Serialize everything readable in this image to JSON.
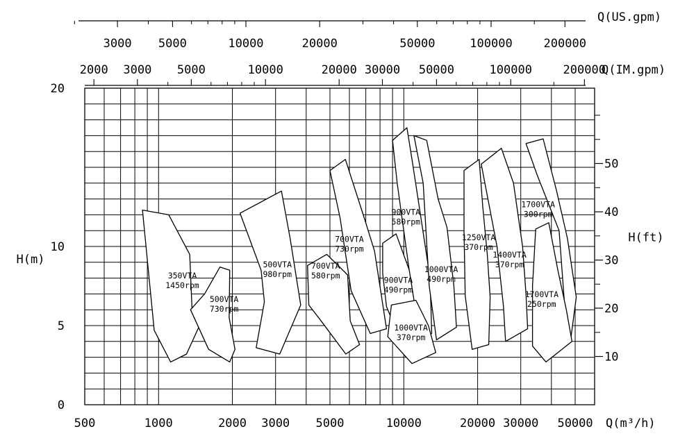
{
  "chart_data": {
    "type": "area",
    "title": "",
    "x_axis": {
      "label": "Q(m³/h)",
      "scale": "log",
      "range": [
        500,
        60000
      ],
      "tick_labels": [
        {
          "value": 500,
          "text": "500"
        },
        {
          "value": 1000,
          "text": "1000"
        },
        {
          "value": 2000,
          "text": "2000"
        },
        {
          "value": 3000,
          "text": "3000"
        },
        {
          "value": 5000,
          "text": "5000"
        },
        {
          "value": 10000,
          "text": "10000"
        },
        {
          "value": 20000,
          "text": "20000"
        },
        {
          "value": 30000,
          "text": "30000"
        },
        {
          "value": 50000,
          "text": "50000"
        }
      ]
    },
    "y_axis_left": {
      "label": "H(m)",
      "scale": "linear",
      "range": [
        0,
        20
      ],
      "tick_labels": [
        {
          "value": 0,
          "text": "0"
        },
        {
          "value": 5,
          "text": "5"
        },
        {
          "value": 10,
          "text": "10"
        },
        {
          "value": 20,
          "text": "20"
        }
      ]
    },
    "y_axis_right": {
      "label": "H(ft)",
      "tick_labels": [
        {
          "value_m": 3.05,
          "text": "10"
        },
        {
          "value_m": 6.1,
          "text": "20"
        },
        {
          "value_m": 9.14,
          "text": "30"
        },
        {
          "value_m": 12.19,
          "text": "40"
        },
        {
          "value_m": 15.24,
          "text": "50"
        }
      ]
    },
    "top_axis_us": {
      "label": "Q(US.gpm)",
      "tick_labels": [
        {
          "value_m3h": 680,
          "text": "3000"
        },
        {
          "value_m3h": 1140,
          "text": "5000"
        },
        {
          "value_m3h": 2270,
          "text": "10000"
        },
        {
          "value_m3h": 4540,
          "text": "20000"
        },
        {
          "value_m3h": 11360,
          "text": "50000"
        },
        {
          "value_m3h": 22700,
          "text": "100000"
        },
        {
          "value_m3h": 45400,
          "text": "200000"
        }
      ]
    },
    "top_axis_im": {
      "label": "Q(IM.gpm)",
      "tick_labels": [
        {
          "value_m3h": 545,
          "text": "2000"
        },
        {
          "value_m3h": 820,
          "text": "3000"
        },
        {
          "value_m3h": 1360,
          "text": "5000"
        },
        {
          "value_m3h": 2730,
          "text": "10000"
        },
        {
          "value_m3h": 5450,
          "text": "20000"
        },
        {
          "value_m3h": 8180,
          "text": "30000"
        },
        {
          "value_m3h": 13600,
          "text": "50000"
        },
        {
          "value_m3h": 27300,
          "text": "100000"
        },
        {
          "value_m3h": 54500,
          "text": "200000"
        }
      ]
    },
    "grid": true,
    "regions": [
      {
        "model": "350VTA",
        "speed": "1450rpm",
        "label_at": [
          1250,
          7.9
        ],
        "points": [
          [
            860,
            12.3
          ],
          [
            1100,
            12.0
          ],
          [
            1340,
            9.5
          ],
          [
            1370,
            6.0
          ],
          [
            1550,
            5.8
          ],
          [
            1300,
            3.2
          ],
          [
            1120,
            2.7
          ],
          [
            960,
            4.7
          ]
        ]
      },
      {
        "model": "500VTA",
        "speed": "730rpm",
        "label_at": [
          1850,
          6.4
        ],
        "points": [
          [
            1540,
            7.0
          ],
          [
            1780,
            8.7
          ],
          [
            1950,
            8.5
          ],
          [
            1940,
            5.5
          ],
          [
            2050,
            3.5
          ],
          [
            1950,
            2.7
          ],
          [
            1600,
            3.5
          ],
          [
            1350,
            6.0
          ]
        ]
      },
      {
        "model": "500VTA",
        "speed": "980rpm",
        "label_at": [
          3050,
          8.6
        ],
        "points": [
          [
            2150,
            12.1
          ],
          [
            3170,
            13.5
          ],
          [
            3440,
            10.5
          ],
          [
            3800,
            6.3
          ],
          [
            3120,
            3.2
          ],
          [
            2500,
            3.6
          ],
          [
            2700,
            6.5
          ],
          [
            2620,
            8.5
          ]
        ]
      },
      {
        "model": "700VTA",
        "speed": "580rpm",
        "label_at": [
          4800,
          8.5
        ],
        "points": [
          [
            4050,
            8.8
          ],
          [
            4850,
            9.5
          ],
          [
            5900,
            8.2
          ],
          [
            6050,
            5.3
          ],
          [
            6600,
            3.8
          ],
          [
            5800,
            3.2
          ],
          [
            4600,
            5.3
          ],
          [
            4100,
            6.3
          ]
        ]
      },
      {
        "model": "700VTA",
        "speed": "730rpm",
        "label_at": [
          6000,
          10.2
        ],
        "points": [
          [
            5000,
            14.8
          ],
          [
            5780,
            15.5
          ],
          [
            6900,
            11.8
          ],
          [
            7600,
            9.7
          ],
          [
            8500,
            4.8
          ],
          [
            7300,
            4.5
          ],
          [
            6100,
            7.2
          ],
          [
            5500,
            11.8
          ]
        ]
      },
      {
        "model": "900VTA",
        "speed": "490rpm",
        "label_at": [
          9500,
          7.6
        ],
        "points": [
          [
            8200,
            10.2
          ],
          [
            9300,
            10.8
          ],
          [
            10700,
            8.2
          ],
          [
            11300,
            6.3
          ],
          [
            11800,
            4.0
          ],
          [
            9500,
            4.4
          ],
          [
            8500,
            6.2
          ],
          [
            8200,
            8.3
          ]
        ]
      },
      {
        "model": "900VTA",
        "speed": "580rpm",
        "label_at": [
          10200,
          11.9
        ],
        "points": [
          [
            9000,
            16.7
          ],
          [
            10300,
            17.5
          ],
          [
            10800,
            15.5
          ],
          [
            11800,
            11.6
          ],
          [
            12800,
            8.0
          ],
          [
            13000,
            4.5
          ],
          [
            11700,
            4.0
          ],
          [
            10500,
            8.6
          ],
          [
            9400,
            14.0
          ]
        ]
      },
      {
        "model": "1000VTA",
        "speed": "370rpm",
        "label_at": [
          10700,
          4.6
        ],
        "points": [
          [
            8900,
            6.3
          ],
          [
            11200,
            6.6
          ],
          [
            12600,
            5.0
          ],
          [
            13500,
            3.3
          ],
          [
            10800,
            2.6
          ],
          [
            8600,
            4.3
          ]
        ]
      },
      {
        "model": "1000VTA",
        "speed": "490rpm",
        "label_at": [
          14200,
          8.3
        ],
        "points": [
          [
            11000,
            17.0
          ],
          [
            12400,
            16.7
          ],
          [
            13800,
            13.0
          ],
          [
            15000,
            11.2
          ],
          [
            16000,
            7.5
          ],
          [
            16400,
            4.9
          ],
          [
            13600,
            4.1
          ],
          [
            12700,
            7.5
          ],
          [
            12000,
            14.0
          ]
        ]
      },
      {
        "model": "1250VTA",
        "speed": "370rpm",
        "label_at": [
          20200,
          10.3
        ],
        "points": [
          [
            17600,
            14.8
          ],
          [
            20300,
            15.5
          ],
          [
            21000,
            12.5
          ],
          [
            21900,
            9.5
          ],
          [
            22500,
            6.8
          ],
          [
            22200,
            3.8
          ],
          [
            19000,
            3.5
          ],
          [
            17800,
            6.9
          ],
          [
            17600,
            11.0
          ]
        ]
      },
      {
        "model": "1400VTA",
        "speed": "370rpm",
        "label_at": [
          27000,
          9.2
        ],
        "points": [
          [
            20700,
            15.2
          ],
          [
            25000,
            16.2
          ],
          [
            28000,
            14.0
          ],
          [
            30500,
            10.0
          ],
          [
            31500,
            7.0
          ],
          [
            32000,
            4.8
          ],
          [
            26000,
            4.0
          ],
          [
            25500,
            6.2
          ],
          [
            24000,
            10.0
          ]
        ]
      },
      {
        "model": "1700VTA",
        "speed": "300rpm",
        "label_at": [
          35300,
          12.4
        ],
        "points": [
          [
            31500,
            16.5
          ],
          [
            37000,
            16.8
          ],
          [
            42000,
            13.5
          ],
          [
            46500,
            10.5
          ],
          [
            50500,
            6.8
          ],
          [
            48000,
            4.2
          ],
          [
            46000,
            4.8
          ],
          [
            43000,
            11.0
          ],
          [
            35000,
            14.5
          ]
        ]
      },
      {
        "model": "1700VTA",
        "speed": "250rpm",
        "label_at": [
          36500,
          6.7
        ],
        "points": [
          [
            34500,
            11.1
          ],
          [
            39000,
            11.5
          ],
          [
            42500,
            8.5
          ],
          [
            46000,
            6.0
          ],
          [
            48500,
            4.0
          ],
          [
            38000,
            2.7
          ],
          [
            33500,
            3.7
          ],
          [
            33500,
            7.5
          ]
        ]
      }
    ]
  }
}
